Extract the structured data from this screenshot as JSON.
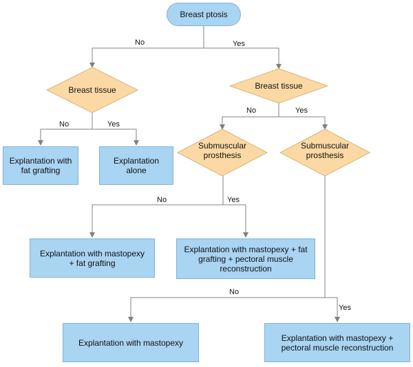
{
  "diagram": {
    "start": "Breast ptosis",
    "decision_breast_tissue_left": "Breast tissue",
    "decision_breast_tissue_right": "Breast tissue",
    "decision_submuscular_left": "Submuscular\nprosthesis",
    "decision_submuscular_right": "Submuscular\nprosthesis",
    "outcome_fat_grafting": "Explantation with fat grafting",
    "outcome_alone": "Explantation alone",
    "outcome_mastopexy_fat": "Explantation with mastopexy + fat grafting",
    "outcome_mastopexy_fat_pectoral": "Explantation with mastopexy + fat grafting + pectoral muscle reconstruction",
    "outcome_mastopexy": "Explantation with mastopexy",
    "outcome_mastopexy_pectoral": "Explantation with mastopexy + pectoral muscle reconstruction",
    "edge_labels": {
      "ptosis_no": "No",
      "ptosis_yes": "Yes",
      "left_tissue_no": "No",
      "left_tissue_yes": "Yes",
      "right_tissue_no": "No",
      "right_tissue_yes": "Yes",
      "left_sub_no": "No",
      "left_sub_yes": "Yes",
      "right_sub_no": "No",
      "right_sub_yes": "Yes"
    },
    "colors": {
      "decision_fill": "#fcd9a4",
      "outcome_fill": "#a9d4f2",
      "line": "#808080"
    }
  }
}
